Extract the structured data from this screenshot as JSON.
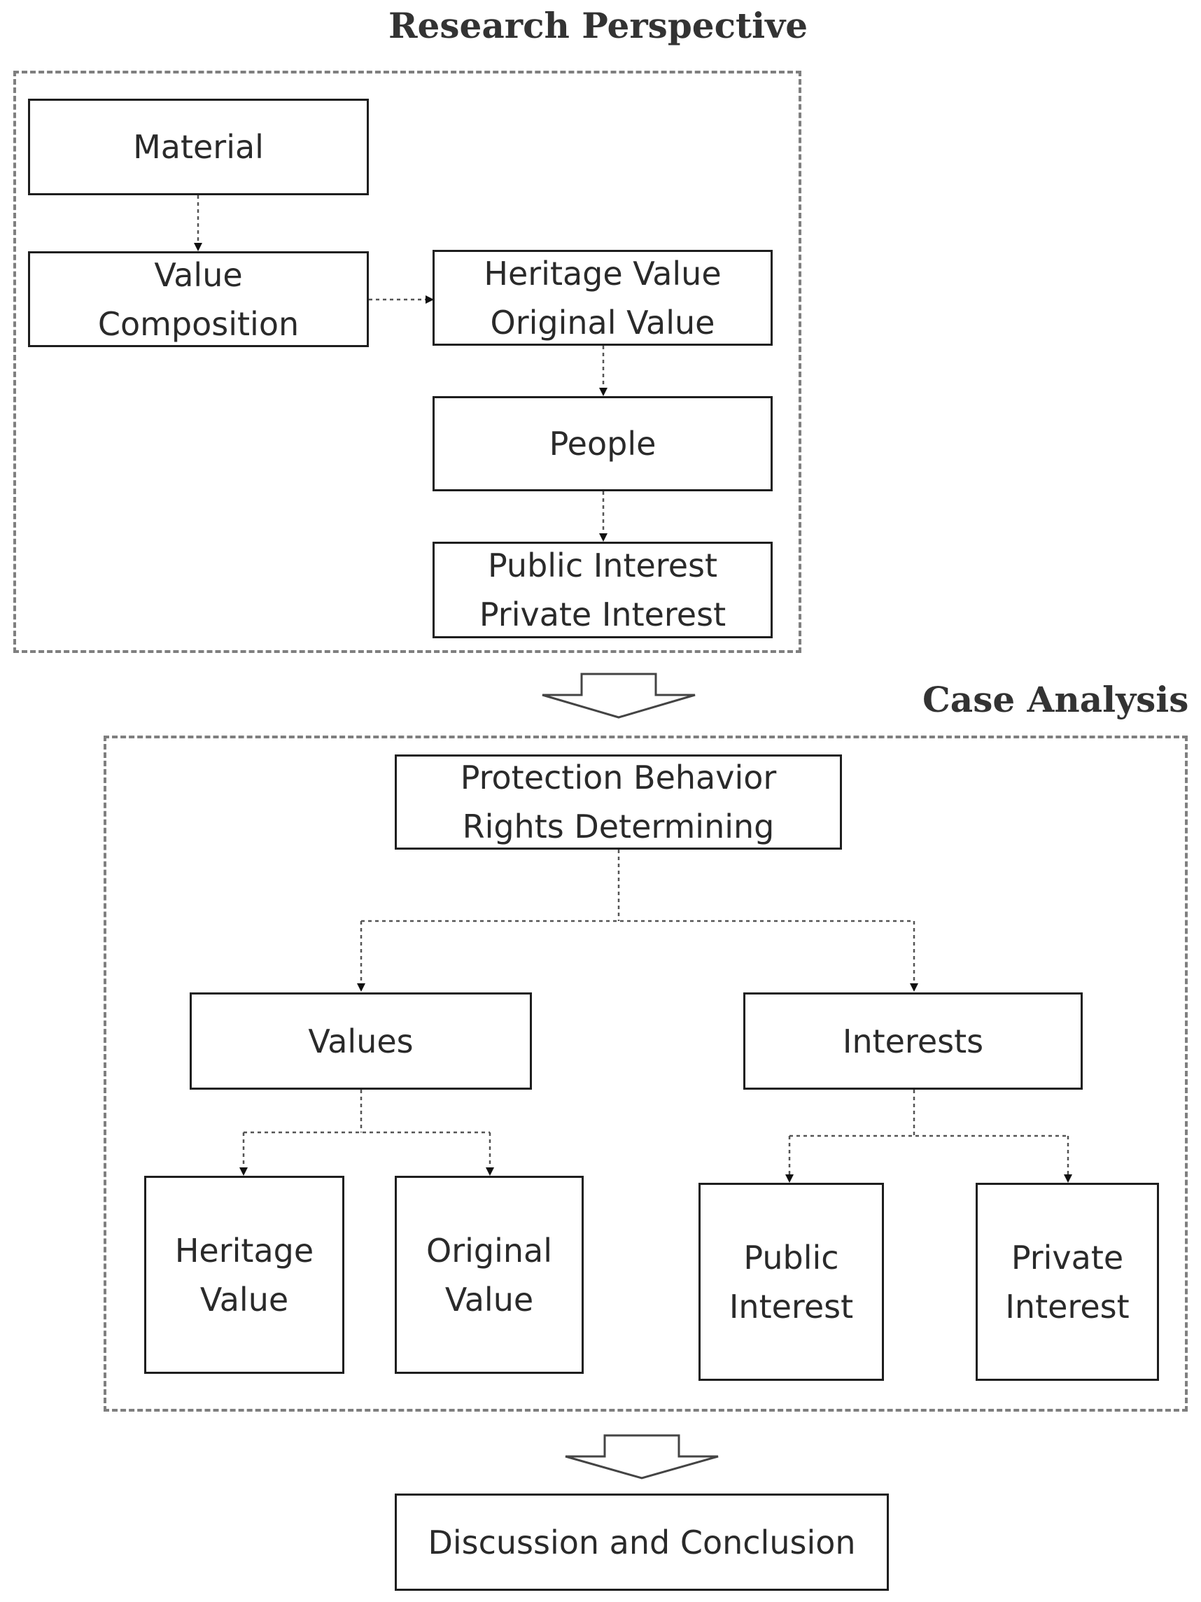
{
  "sections": {
    "research": {
      "title": "Research Perspective"
    },
    "case": {
      "title": "Case Analysis"
    }
  },
  "boxes": {
    "material": [
      "Material"
    ],
    "value_composition": [
      "Value",
      "Composition"
    ],
    "heritage_original": [
      "Heritage Value",
      "Original Value"
    ],
    "people": [
      "People"
    ],
    "public_private": [
      "Public Interest",
      "Private Interest"
    ],
    "protection": [
      "Protection Behavior",
      "Rights Determining"
    ],
    "values": [
      "Values"
    ],
    "interests": [
      "Interests"
    ],
    "heritage_value": [
      "Heritage",
      "Value"
    ],
    "original_value": [
      "Original",
      "Value"
    ],
    "public_interest": [
      "Public",
      "Interest"
    ],
    "private_interest": [
      "Private",
      "Interest"
    ],
    "discussion": [
      "Discussion and Conclusion"
    ]
  },
  "colors": {
    "box_border": "#1e1e1e",
    "frame_border": "#7f7f7f",
    "connector": "#555555",
    "title_text": "#333333"
  }
}
